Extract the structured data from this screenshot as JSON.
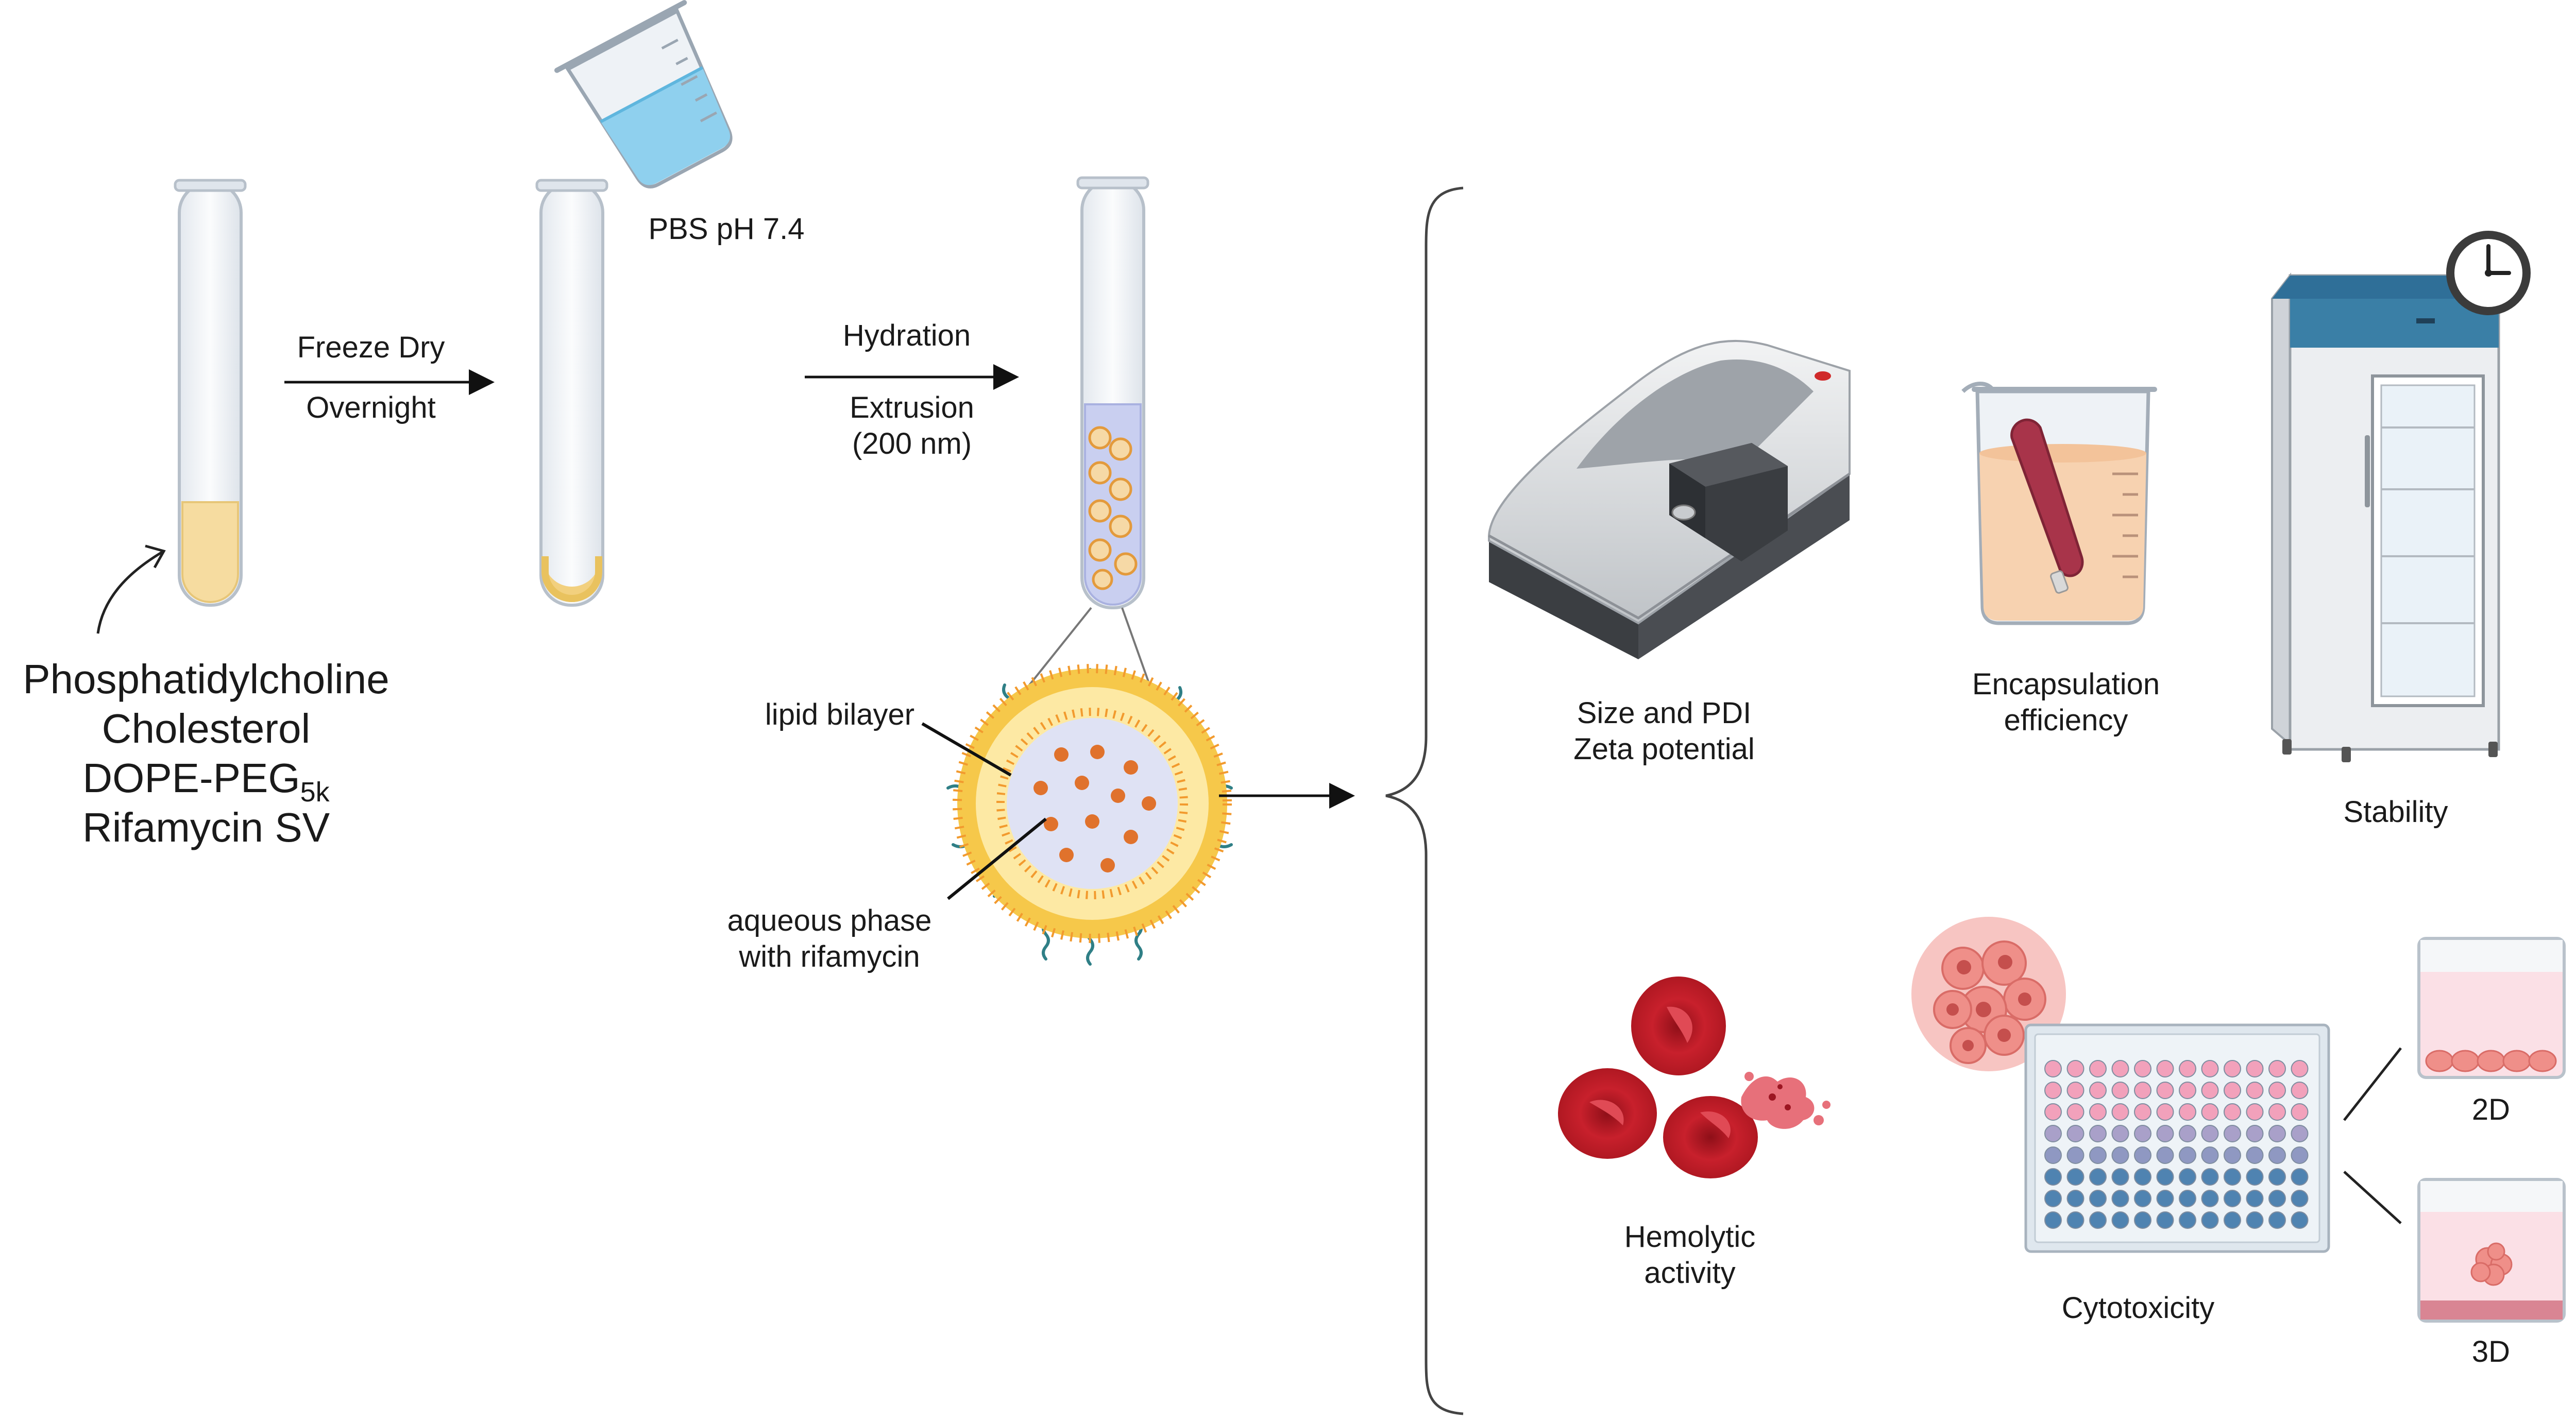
{
  "step1": {
    "components": [
      "Phosphatidylcholine",
      "Cholesterol",
      "DOPE-PEG",
      "Rifamycin SV"
    ],
    "peg_subscript": "5k"
  },
  "arrow1": {
    "top": "Freeze Dry",
    "bottom": "Overnight"
  },
  "pbs": "PBS pH 7.4",
  "arrow2": {
    "top": "Hydration",
    "bottom_line1": "Extrusion",
    "bottom_line2": "(200 nm)"
  },
  "liposome": {
    "bilayer_label": "lipid bilayer",
    "aqueous_label_line1": "aqueous phase",
    "aqueous_label_line2": "with rifamycin"
  },
  "assays": {
    "size": {
      "line1": "Size and PDI",
      "line2": "Zeta potential"
    },
    "encapsulation": {
      "line1": "Encapsulation",
      "line2": "efficiency"
    },
    "stability": "Stability",
    "hemolytic": {
      "line1": "Hemolytic",
      "line2": "activity"
    },
    "cytotoxicity": "Cytotoxicity",
    "culture_2d": "2D",
    "culture_3d": "3D"
  },
  "colors": {
    "lipid_yellow": "#f4d78c",
    "bilayer_orange": "#f2a33a",
    "peg_teal": "#2f7f86",
    "drug_orange": "#e0722c",
    "rbc_red": "#c8202c",
    "fridge_blue": "#3a7fa6"
  }
}
